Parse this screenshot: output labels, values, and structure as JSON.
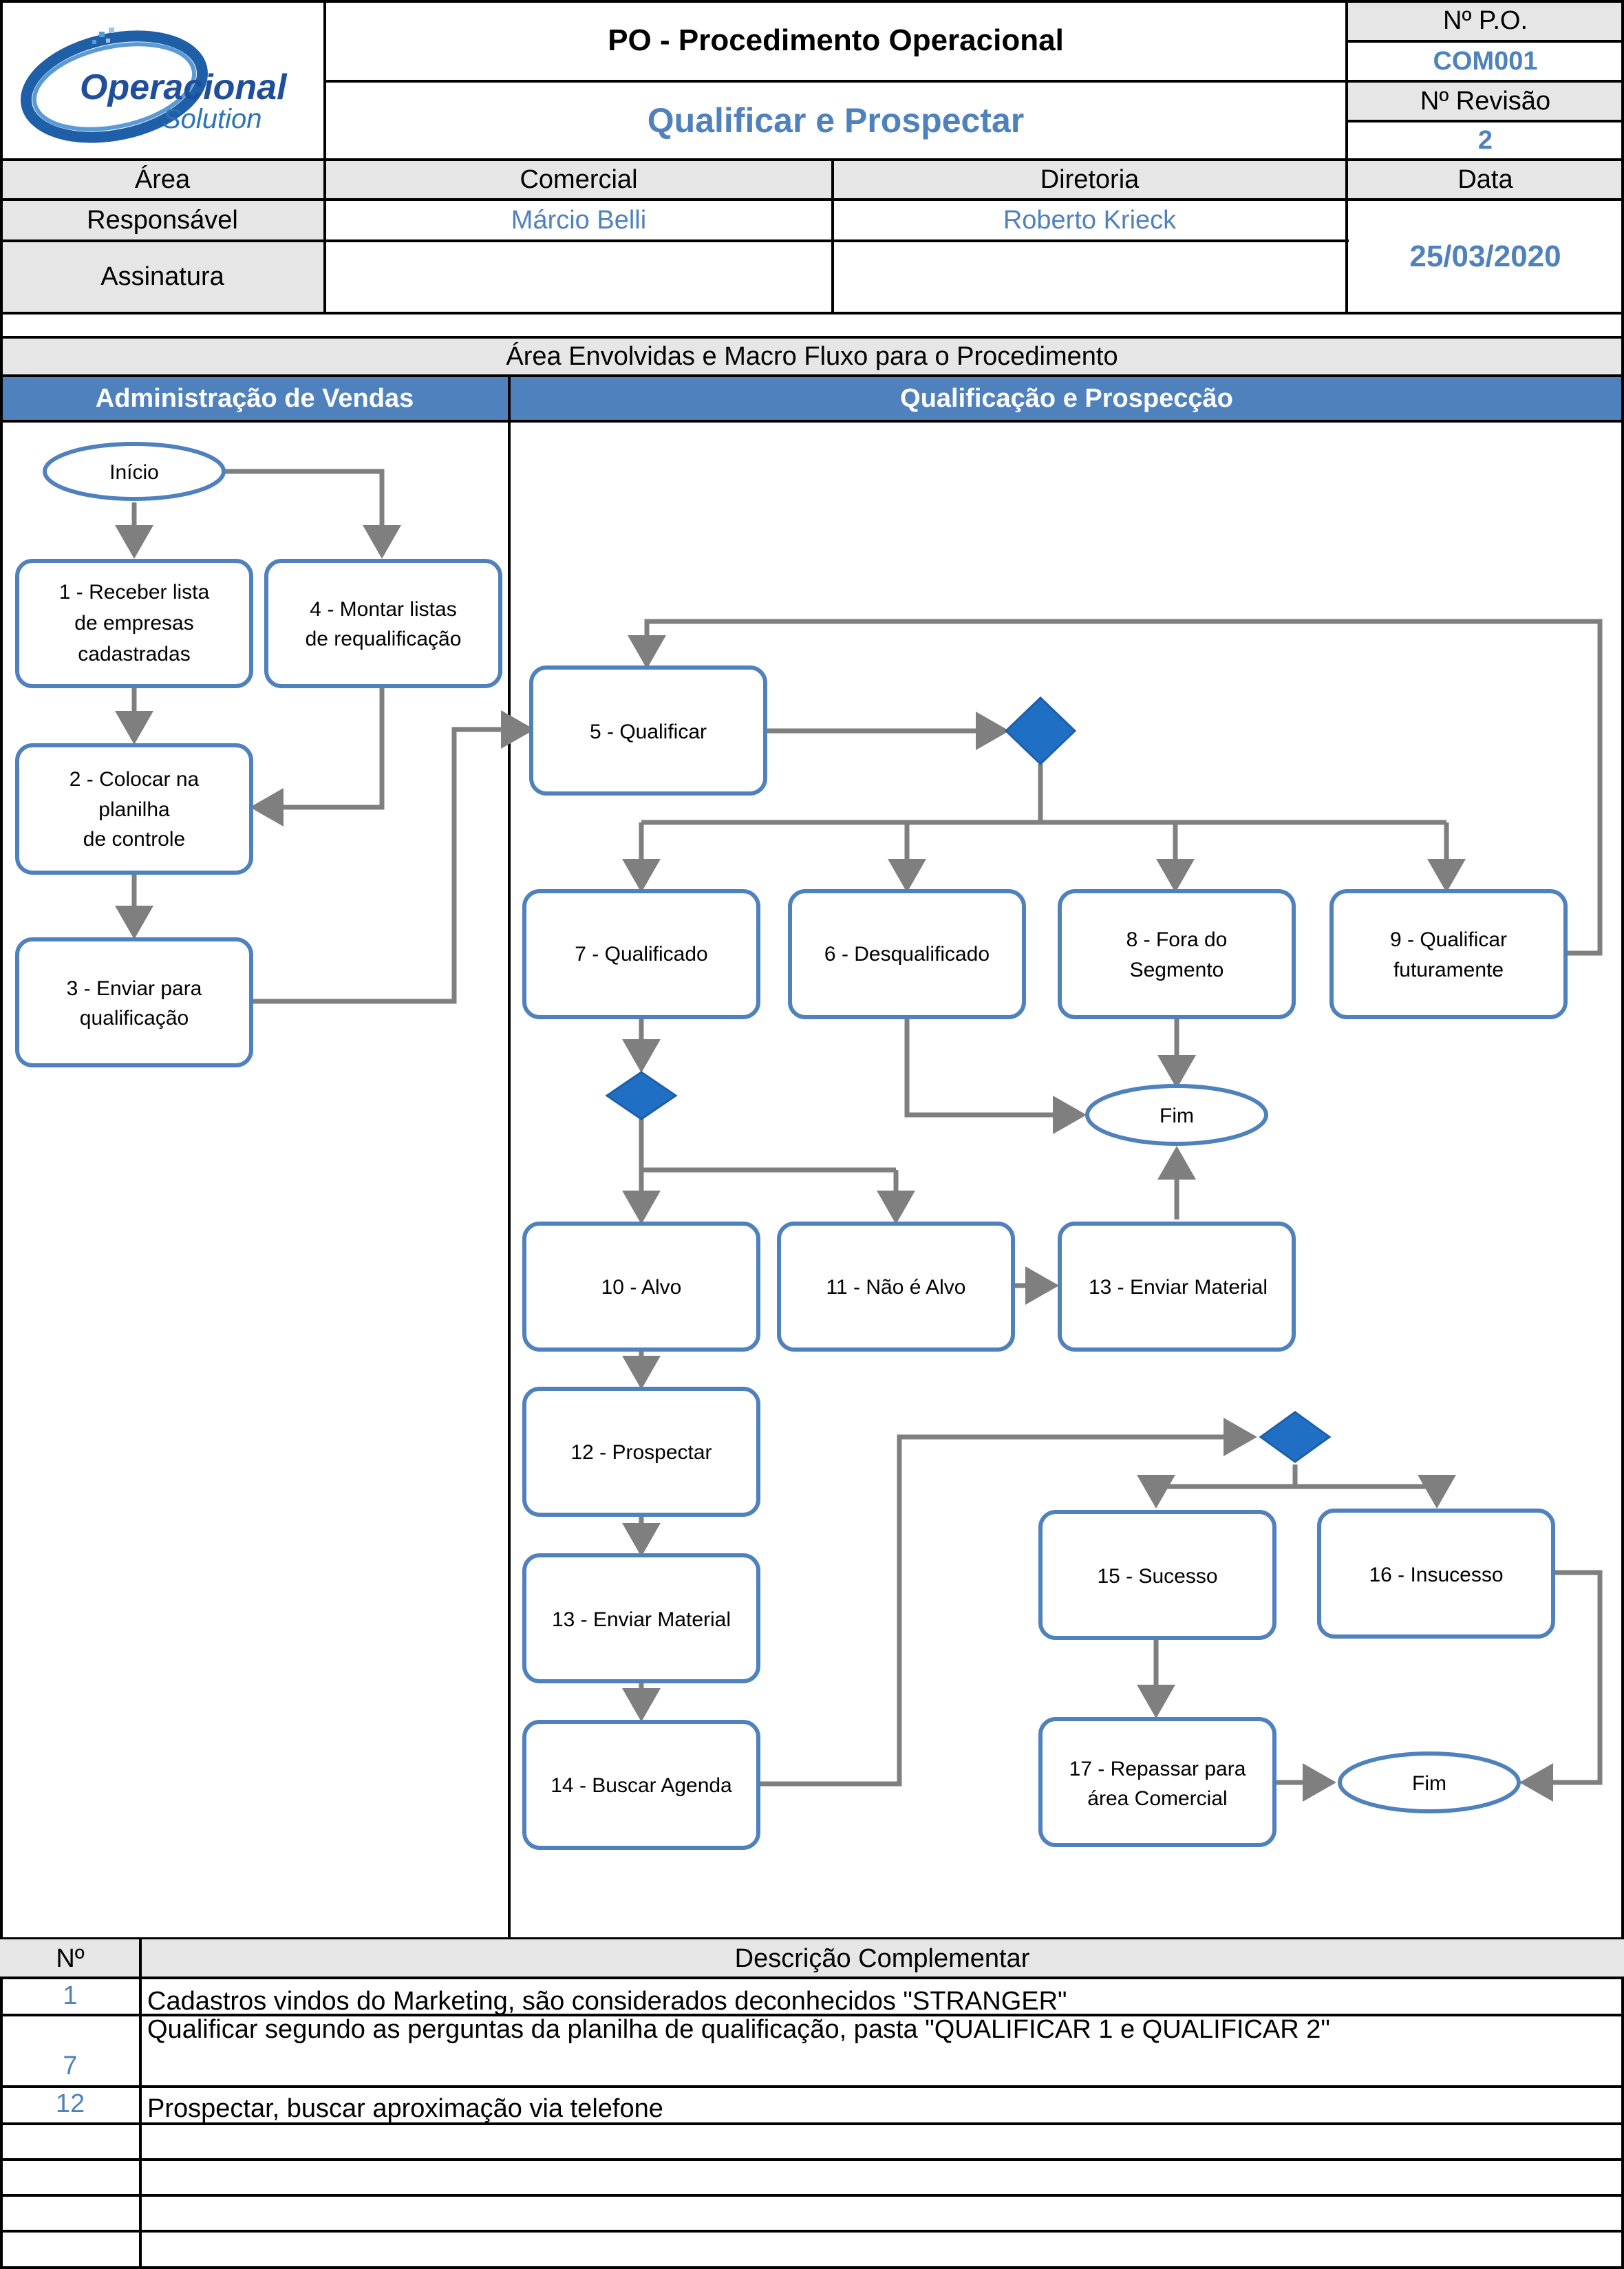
{
  "logo": {
    "brand": "Operacional",
    "sub": "Solution"
  },
  "header": {
    "title": "PO - Procedimento Operacional",
    "subtitle": "Qualificar e Prospectar",
    "po_label": "Nº P.O.",
    "po_value": "COM001",
    "rev_label": "Nº Revisão",
    "rev_value": "2"
  },
  "info": {
    "area_label": "Área",
    "area_comercial": "Comercial",
    "area_diretoria": "Diretoria",
    "data_label": "Data",
    "responsavel_label": "Responsável",
    "responsavel_1": "Márcio Belli",
    "responsavel_2": "Roberto Krieck",
    "date_value": "25/03/2020",
    "assinatura_label": "Assinatura"
  },
  "flow": {
    "section_title": "Área Envolvidas e Macro Fluxo para o Procedimento",
    "lane_left": "Administração de Vendas",
    "lane_right": "Qualificação e Prospecção",
    "nodes": {
      "inicio": "Início",
      "n1": [
        "1 - Receber lista",
        "de empresas",
        "cadastradas"
      ],
      "n4": [
        "4 - Montar listas",
        "de requalificação"
      ],
      "n2": [
        "2 - Colocar na",
        "planilha",
        "de controle"
      ],
      "n3": [
        "3 - Enviar para",
        "qualificação"
      ],
      "n5": "5 - Qualificar",
      "n7": "7 - Qualificado",
      "n6": "6 - Desqualificado",
      "n8": [
        "8 - Fora do",
        "Segmento"
      ],
      "n9": [
        "9 - Qualificar",
        "futuramente"
      ],
      "fim1": "Fim",
      "n10": "10 - Alvo",
      "n11": "11 - Não é Alvo",
      "n13a": "13 - Enviar Material",
      "n12": "12 - Prospectar",
      "n13b": "13 - Enviar Material",
      "n14": "14 - Buscar Agenda",
      "n15": "15 - Sucesso",
      "n16": "16 - Insucesso",
      "n17": [
        "17 - Repassar para",
        "área Comercial"
      ],
      "fim2": "Fim"
    }
  },
  "complement": {
    "num_label": "Nº",
    "desc_label": "Descrição Complementar",
    "rows": [
      {
        "num": "1",
        "text": "Cadastros vindos do Marketing, são considerados deconhecidos \"STRANGER\""
      },
      {
        "num": "7",
        "text": "Qualificar segundo as perguntas da planilha de qualificação, pasta \"QUALIFICAR 1 e QUALIFICAR 2\""
      },
      {
        "num": "12",
        "text": "Prospectar, buscar aproximação via telefone"
      }
    ]
  },
  "colors": {
    "accent": "#4f81bd",
    "box_border": "#4f81bd",
    "diamond": "#1f6fc5",
    "arrow": "#7f7f7f",
    "header_gray": "#e7e6e6"
  }
}
